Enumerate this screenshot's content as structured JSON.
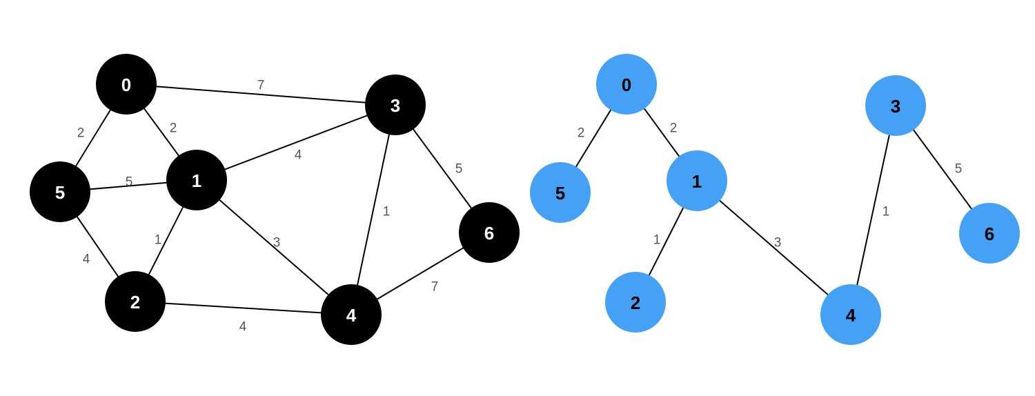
{
  "colors": {
    "original_node_fill": "#000000",
    "original_node_text": "#ffffff",
    "tree_node_fill": "#45a1f5",
    "tree_node_text": "#000000",
    "edge_stroke": "#000000",
    "edge_label": "#555555"
  },
  "graphs": [
    {
      "id": "original",
      "nodes": [
        "0",
        "1",
        "2",
        "3",
        "4",
        "5",
        "6"
      ],
      "edges": [
        {
          "from": "0",
          "to": "3",
          "weight": "7"
        },
        {
          "from": "0",
          "to": "5",
          "weight": "2"
        },
        {
          "from": "0",
          "to": "1",
          "weight": "2"
        },
        {
          "from": "1",
          "to": "5",
          "weight": "5"
        },
        {
          "from": "1",
          "to": "3",
          "weight": "4"
        },
        {
          "from": "1",
          "to": "2",
          "weight": "1"
        },
        {
          "from": "1",
          "to": "4",
          "weight": "3"
        },
        {
          "from": "5",
          "to": "2",
          "weight": "4"
        },
        {
          "from": "2",
          "to": "4",
          "weight": "4"
        },
        {
          "from": "3",
          "to": "4",
          "weight": "1"
        },
        {
          "from": "3",
          "to": "6",
          "weight": "5"
        },
        {
          "from": "4",
          "to": "6",
          "weight": "7"
        }
      ]
    },
    {
      "id": "tree",
      "nodes": [
        "0",
        "1",
        "2",
        "3",
        "4",
        "5",
        "6"
      ],
      "edges": [
        {
          "from": "0",
          "to": "5",
          "weight": "2"
        },
        {
          "from": "0",
          "to": "1",
          "weight": "2"
        },
        {
          "from": "1",
          "to": "2",
          "weight": "1"
        },
        {
          "from": "1",
          "to": "4",
          "weight": "3"
        },
        {
          "from": "3",
          "to": "4",
          "weight": "1"
        },
        {
          "from": "3",
          "to": "6",
          "weight": "5"
        }
      ]
    }
  ]
}
